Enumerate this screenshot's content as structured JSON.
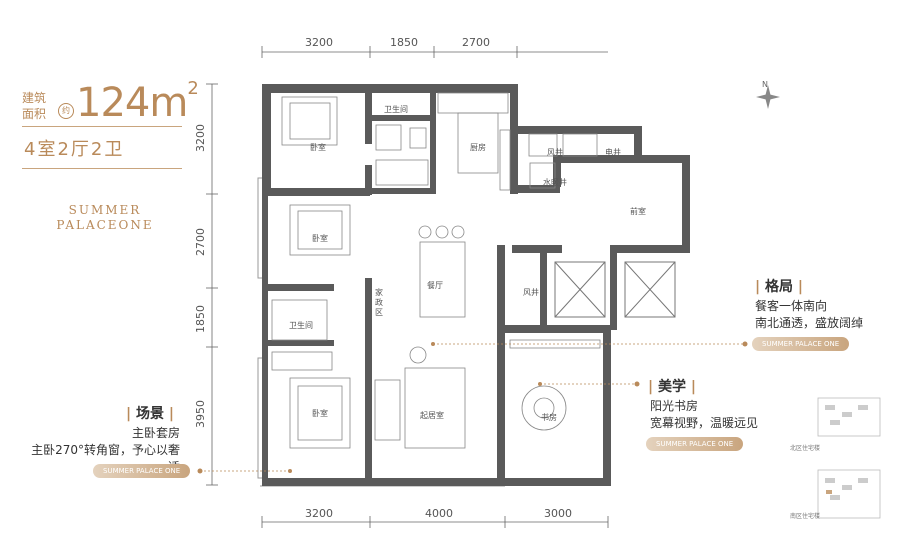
{
  "header": {
    "area_label_1": "建筑",
    "area_label_2": "面积",
    "area_badge": "约",
    "area_value": "124m",
    "area_sup": "2",
    "rooms": "4室2厅2卫",
    "brand_line1": "SUMMER",
    "brand_line2": "PALACEONE"
  },
  "dimensions": {
    "top": [
      "3200",
      "1850",
      "2700"
    ],
    "bottom": [
      "3200",
      "4000",
      "3000"
    ],
    "left": [
      "3200",
      "2700",
      "1850",
      "3950"
    ]
  },
  "rooms": {
    "bedroom": "卧室",
    "bathroom": "卫生间",
    "kitchen": "厨房",
    "wind_shaft": "风井",
    "elec_shaft": "电井",
    "water_heater": "水暖井",
    "foyer": "前室",
    "dining": "餐厅",
    "housework": "家政区",
    "living": "起居室",
    "study": "书房"
  },
  "callouts": {
    "layout": {
      "title": "格局",
      "desc1": "餐客一体南向",
      "desc2": "南北通透，盛放阔绰",
      "pill": "SUMMER PALACE ONE"
    },
    "aesthetics": {
      "title": "美学",
      "desc1": "阳光书房",
      "desc2": "宽幕视野，温暖远见",
      "pill": "SUMMER PALACE ONE"
    },
    "scene": {
      "title": "场景",
      "desc1": "主卧套房",
      "desc2": "主卧270°转角窗，予心以奢适",
      "pill": "SUMMER PALACE ONE"
    }
  },
  "compass": {
    "label": "N"
  },
  "site_plan": {
    "north": "北区住宅楼",
    "south": "南区住宅楼"
  },
  "colors": {
    "accent": "#b98a5a",
    "wall": "#5a5a5a"
  }
}
